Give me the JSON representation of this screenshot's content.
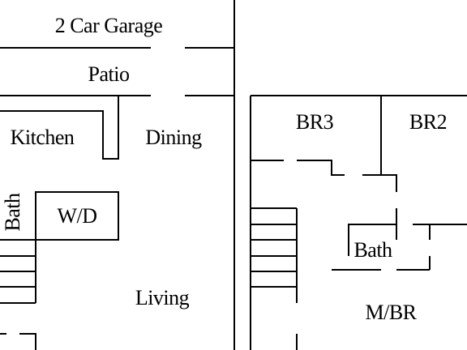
{
  "floor_plan": {
    "rooms": {
      "garage": "2 Car Garage",
      "patio": "Patio",
      "kitchen": "Kitchen",
      "dining": "Dining",
      "bath_lower": "Bath",
      "wd": "W/D",
      "living": "Living",
      "br3": "BR3",
      "br2": "BR2",
      "bath_upper": "Bath",
      "master_br": "M/BR"
    }
  }
}
